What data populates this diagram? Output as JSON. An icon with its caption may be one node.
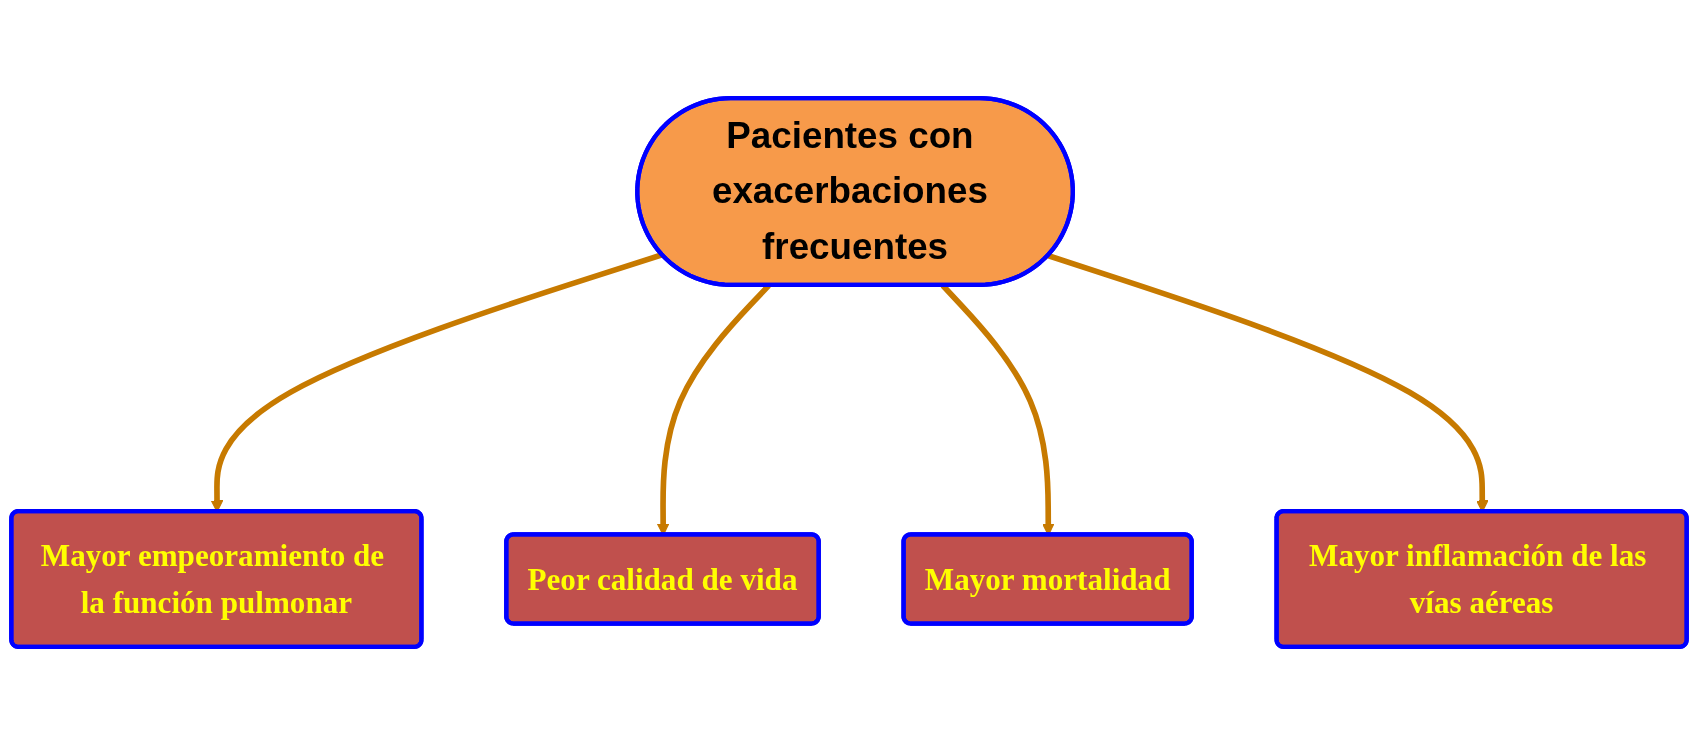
{
  "diagram": {
    "nodes": [
      {
        "text": [
          "Pacientes con exacerbaciones frecuentes"
        ]
      },
      {
        "text": [
          "Mayor empeoramiento de la función pulmonar"
        ]
      },
      {
        "text": [
          "Mayor inflamación de las vías aéreas"
        ]
      },
      {
        "text": [
          "Peor calidad de vida"
        ]
      },
      {
        "text": [
          "Mayor mortalidad"
        ]
      }
    ],
    "edges": [
      {
        "from": 0,
        "to": 1,
        "arrow": "to"
      },
      {
        "from": 0,
        "to": 3,
        "arrow": "to"
      },
      {
        "from": 0,
        "to": 4,
        "arrow": "to"
      },
      {
        "from": 0,
        "to": 2,
        "arrow": "to"
      }
    ]
  }
}
